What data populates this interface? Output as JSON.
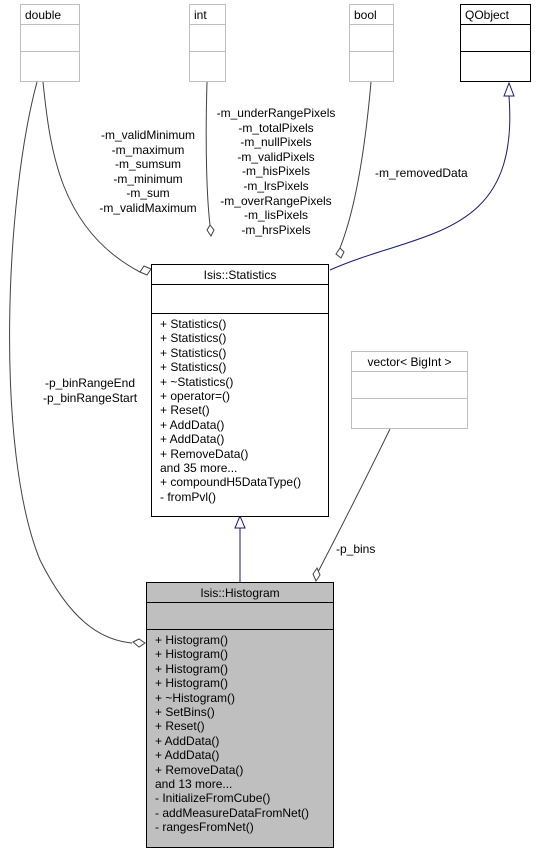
{
  "classes": {
    "double": {
      "name": "double"
    },
    "int": {
      "name": "int"
    },
    "bool": {
      "name": "bool"
    },
    "qobject": {
      "name": "QObject"
    },
    "vector": {
      "name": "vector< BigInt >"
    },
    "statistics": {
      "name": "Isis::Statistics",
      "methods": [
        "+ Statistics()",
        "+ Statistics()",
        "+ Statistics()",
        "+ Statistics()",
        "+ ~Statistics()",
        "+ operator=()",
        "+ Reset()",
        "+ AddData()",
        "+ AddData()",
        "+ RemoveData()",
        "and 35 more...",
        "+ compoundH5DataType()",
        "- fromPvl()"
      ]
    },
    "histogram": {
      "name": "Isis::Histogram",
      "methods": [
        "+ Histogram()",
        "+ Histogram()",
        "+ Histogram()",
        "+ Histogram()",
        "+ ~Histogram()",
        "+ SetBins()",
        "+ Reset()",
        "+ AddData()",
        "+ AddData()",
        "+ RemoveData()",
        "and 13 more...",
        "- InitializeFromCube()",
        "- addMeasureDataFromNet()",
        "- rangesFromNet()"
      ]
    }
  },
  "edge_labels": {
    "double_members": [
      "-m_validMinimum",
      "-m_maximum",
      "-m_sumsum",
      "-m_minimum",
      "-m_sum",
      "-m_validMaximum"
    ],
    "int_members": [
      "-m_underRangePixels",
      "-m_totalPixels",
      "-m_nullPixels",
      "-m_validPixels",
      "-m_hisPixels",
      "-m_lrsPixels",
      "-m_overRangePixels",
      "-m_lisPixels",
      "-m_hrsPixels"
    ],
    "bool_member": "-m_removedData",
    "bin_range": [
      "-p_binRangeEnd",
      "-p_binRangeStart"
    ],
    "bins": "-p_bins"
  },
  "colors": {
    "inheritance_edge": "#191970",
    "usage_edge": "#404040",
    "gray_border": "#bfbfbf",
    "highlight_fill": "#bfbfbf"
  }
}
